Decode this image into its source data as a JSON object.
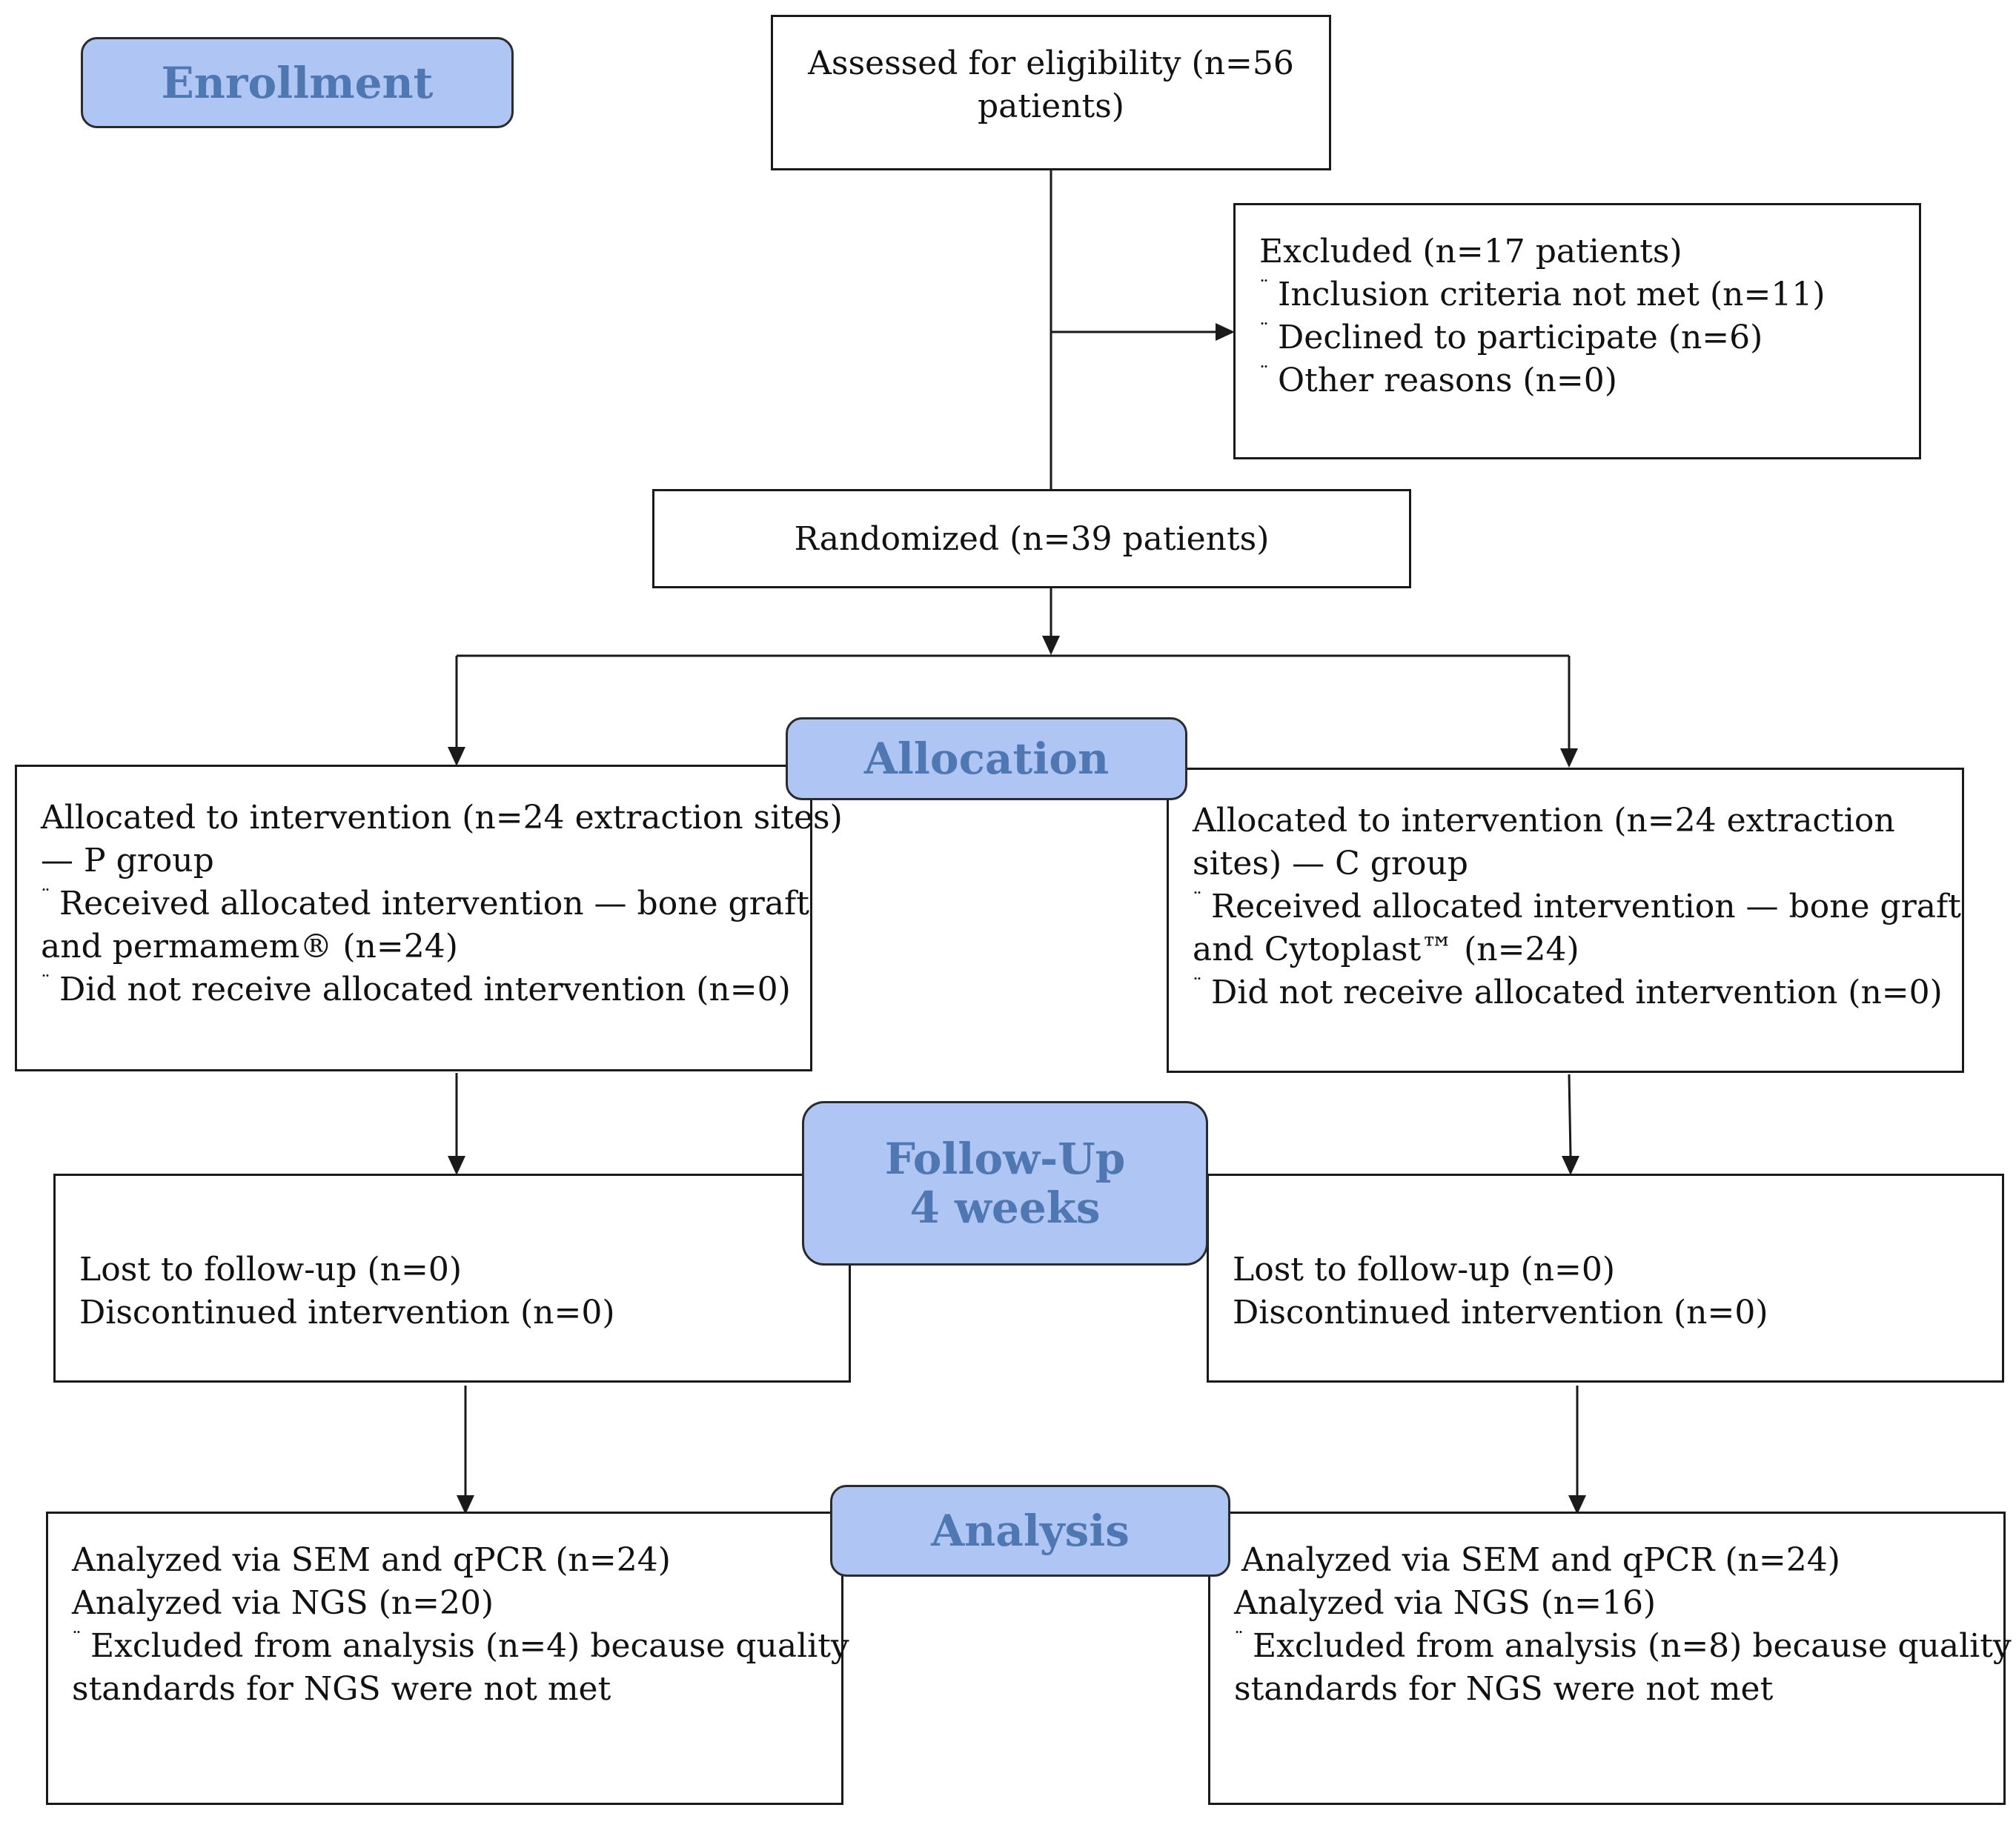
{
  "stages": {
    "enrollment": "Enrollment",
    "allocation": "Allocation",
    "followup": [
      "Follow-Up",
      "4 weeks"
    ],
    "analysis": "Analysis"
  },
  "assessed": [
    "Assessed for eligibility (n=56",
    "patients)"
  ],
  "excluded": {
    "title": "Excluded (n=17 patients)",
    "items": [
      "Inclusion criteria not met (n=11)",
      "Declined to participate (n=6)",
      "Other reasons (n=0)"
    ]
  },
  "randomized": "Randomized (n=39 patients)",
  "allocated_p": [
    "Allocated to intervention (n=24 extraction sites)",
    "— P group",
    "Received allocated intervention — bone graft",
    "and permamem® (n=24)",
    "Did not receive allocated intervention (n=0)"
  ],
  "allocated_c": [
    "Allocated to intervention (n=24 extraction",
    "sites) — C group",
    "Received allocated intervention — bone graft",
    "and Cytoplast™ (n=24)",
    "Did not receive allocated intervention (n=0)"
  ],
  "followup_p": [
    "Lost to follow-up (n=0)",
    "Discontinued intervention (n=0)"
  ],
  "followup_c": [
    "Lost to follow-up (n=0)",
    "Discontinued intervention (n=0)"
  ],
  "analysis_p": [
    "Analyzed via SEM and qPCR (n=24)",
    "Analyzed via NGS (n=20)",
    "Excluded from analysis (n=4) because quality",
    "standards for NGS were not met"
  ],
  "analysis_c": [
    "Analyzed via SEM and qPCR (n=24)",
    "Analyzed via NGS (n=16)",
    "Excluded from analysis (n=8) because quality",
    "standards for NGS were not met"
  ],
  "bullet_glyph": "¨",
  "colors": {
    "stage_fill": "#afc6f5",
    "stage_text": "#4f77b2",
    "line": "#1a1a1a"
  }
}
